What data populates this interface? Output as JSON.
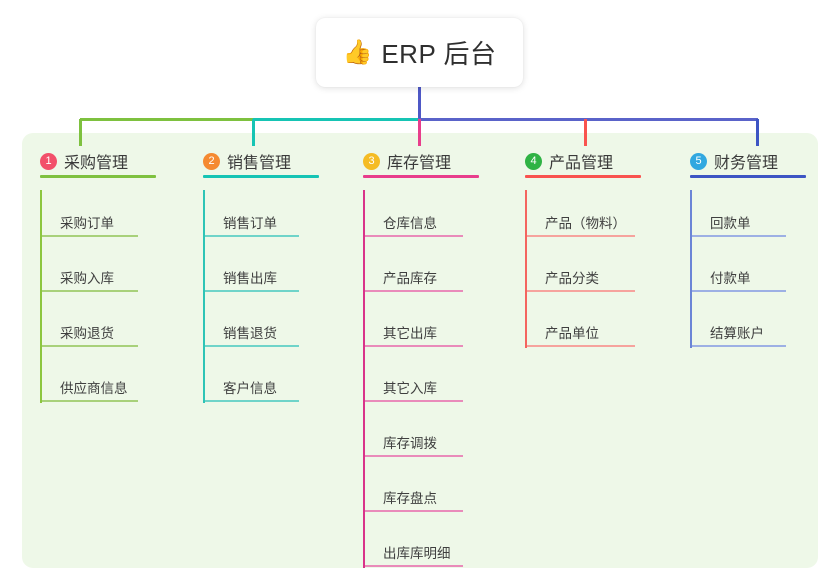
{
  "root": {
    "emoji": "👍",
    "emoji_name": "thumbs-up-emoji",
    "title": "ERP 后台"
  },
  "theme": {
    "page_background": "#ffffff",
    "panel_background": "#eef8e8",
    "card_background": "#ffffff",
    "text": "#3a3a3a",
    "trunk": "#4e58c6"
  },
  "columns": [
    {
      "index": "1",
      "title": "采购管理",
      "badge_color": "#f2506a",
      "rule_color": "#7ec13f",
      "line_color": "#8cc63f",
      "leaf_rule_color": "#a8d17a",
      "items": [
        {
          "label": "采购订单"
        },
        {
          "label": "采购入库"
        },
        {
          "label": "采购退货"
        },
        {
          "label": "供应商信息"
        }
      ]
    },
    {
      "index": "2",
      "title": "销售管理",
      "badge_color": "#f58a31",
      "rule_color": "#16c4b4",
      "line_color": "#2ec4b6",
      "leaf_rule_color": "#6fd4c9",
      "items": [
        {
          "label": "销售订单"
        },
        {
          "label": "销售出库"
        },
        {
          "label": "销售退货"
        },
        {
          "label": "客户信息"
        }
      ]
    },
    {
      "index": "3",
      "title": "库存管理",
      "badge_color": "#f5bc23",
      "rule_color": "#e83e8c",
      "line_color": "#d9338a",
      "leaf_rule_color": "#e98bba",
      "items": [
        {
          "label": "仓库信息"
        },
        {
          "label": "产品库存"
        },
        {
          "label": "其它出库"
        },
        {
          "label": "其它入库"
        },
        {
          "label": "库存调拨"
        },
        {
          "label": "库存盘点"
        },
        {
          "label": "出库库明细"
        }
      ]
    },
    {
      "index": "4",
      "title": "产品管理",
      "badge_color": "#2fb344",
      "rule_color": "#f9534f",
      "line_color": "#f4655f",
      "leaf_rule_color": "#f6a39d",
      "items": [
        {
          "label": "产品（物料）"
        },
        {
          "label": "产品分类"
        },
        {
          "label": "产品单位"
        }
      ]
    },
    {
      "index": "5",
      "title": "财务管理",
      "badge_color": "#31a8e0",
      "rule_color": "#3d55c4",
      "line_color": "#6b85d6",
      "leaf_rule_color": "#9db0e4",
      "items": [
        {
          "label": "回款单"
        },
        {
          "label": "付款单"
        },
        {
          "label": "结算账户"
        }
      ]
    }
  ],
  "connectors": {
    "bus_segments": [
      {
        "name": "bus-green",
        "color": "#7ec13f"
      },
      {
        "name": "bus-teal",
        "color": "#16c4b4"
      },
      {
        "name": "bus-blue",
        "color": "#5a63c9"
      }
    ],
    "stubs": [
      {
        "name": "stub-1",
        "color": "#7ec13f"
      },
      {
        "name": "stub-2",
        "color": "#16c4b4"
      },
      {
        "name": "stub-3",
        "color": "#e83e8c"
      },
      {
        "name": "stub-4",
        "color": "#f9534f"
      },
      {
        "name": "stub-5",
        "color": "#3d55c4"
      }
    ]
  }
}
